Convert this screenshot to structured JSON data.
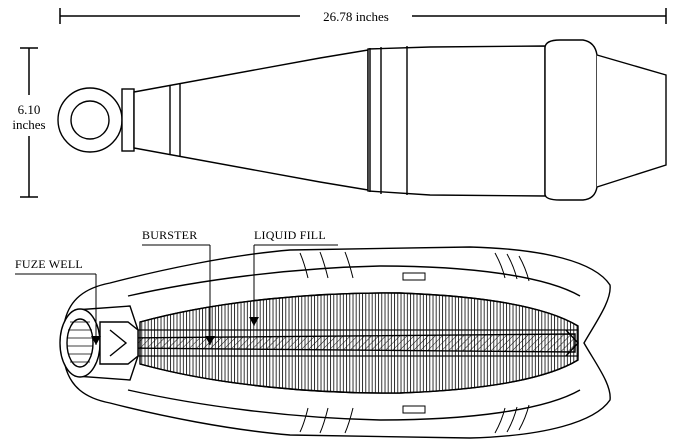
{
  "dimensions": {
    "length": "26.78 inches",
    "diameter_value": "6.10",
    "diameter_unit": "inches"
  },
  "callouts": {
    "fuze_well": "FUZE WELL",
    "burster": "BURSTER",
    "liquid_fill": "LIQUID FILL"
  }
}
